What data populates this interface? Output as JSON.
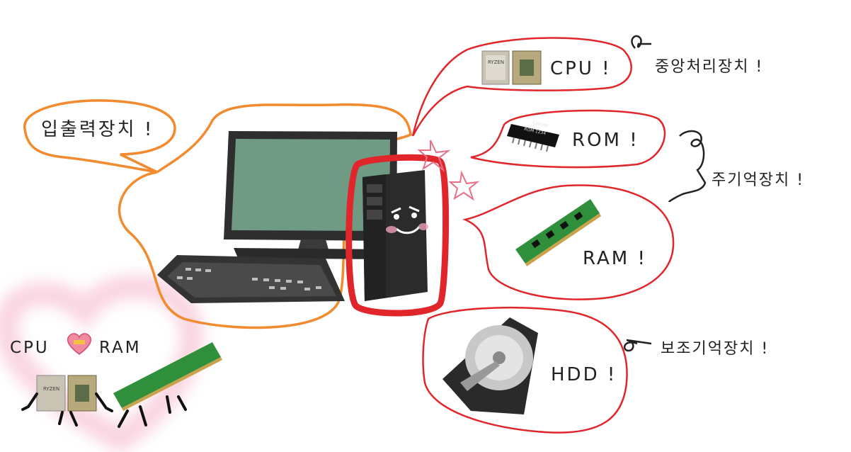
{
  "labels": {
    "io": "입출력장치 !",
    "cpu": "CPU !",
    "cpu_desc": "중앙처리장치 !",
    "rom": "ROM !",
    "main_memory": "주기억장치 !",
    "ram": "RAM !",
    "hdd": "HDD !",
    "aux_memory": "보조기억장치 !",
    "pair_cpu": "CPU",
    "pair_ram": "RAM"
  },
  "chip_text": {
    "cpu_brand": "RYZEN",
    "rom_maker": "Cannon",
    "rom_part": "ROM 1234"
  },
  "colors": {
    "orange": "#f28a2e",
    "red": "#e0262b",
    "monitor_screen": "#6f9a84",
    "case": "#2b2b2b",
    "ram_green": "#2f8f3a",
    "pink_glow": "#f6b3c8",
    "star": "#f08aa0"
  },
  "icons": [
    "desktop-computer-icon",
    "computer-case-face-icon",
    "ryzen-cpu-icon",
    "cpu-pins-icon",
    "rom-chip-icon",
    "ram-module-icon",
    "hard-disk-icon",
    "heart-icon",
    "star-icon"
  ]
}
